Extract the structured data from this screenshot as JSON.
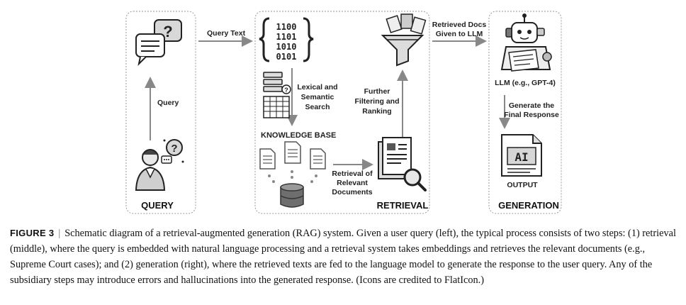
{
  "panels": {
    "query": "QUERY",
    "retrieval": "RETRIEVAL",
    "generation": "GENERATION"
  },
  "labels": {
    "query_text": "Query Text",
    "query": "Query",
    "lexical": [
      "Lexical and",
      "Semantic",
      "Search"
    ],
    "knowledge_base": "KNOWLEDGE BASE",
    "retrieval_of": [
      "Retrieval of",
      "Relevant",
      "Documents"
    ],
    "further": [
      "Further",
      "Filtering and",
      "Ranking"
    ],
    "retrieved_docs": [
      "Retrieved Docs",
      "Given to LLM"
    ],
    "llm": "LLM (e.g., GPT-4)",
    "generate": [
      "Generate the",
      "Final Response"
    ],
    "output": "OUTPUT",
    "ai": "AI",
    "binary": [
      "1100",
      "1101",
      "1010",
      "0101"
    ]
  },
  "caption": {
    "figure": "FIGURE 3",
    "separator": "|",
    "text": "Schematic diagram of a retrieval-augmented generation (RAG) system. Given a user query (left), the typical process consists of two steps: (1) retrieval (middle), where the query is embedded with natural language processing and a retrieval system takes embeddings and retrieves the relevant documents (e.g., Supreme Court cases); and (2) generation (right), where the retrieved texts are fed to the language model to generate the response to the user query. Any of the subsidiary steps may introduce errors and hallucinations into the generated response. (Icons are credited to FlatIcon.)"
  },
  "icons": [
    "question-chat-icon",
    "person-question-icon",
    "binary-code-icon",
    "database-search-icon",
    "document-icon",
    "database-icon",
    "funnel-documents-icon",
    "document-magnifier-icon",
    "robot-llm-icon",
    "ai-document-icon"
  ]
}
